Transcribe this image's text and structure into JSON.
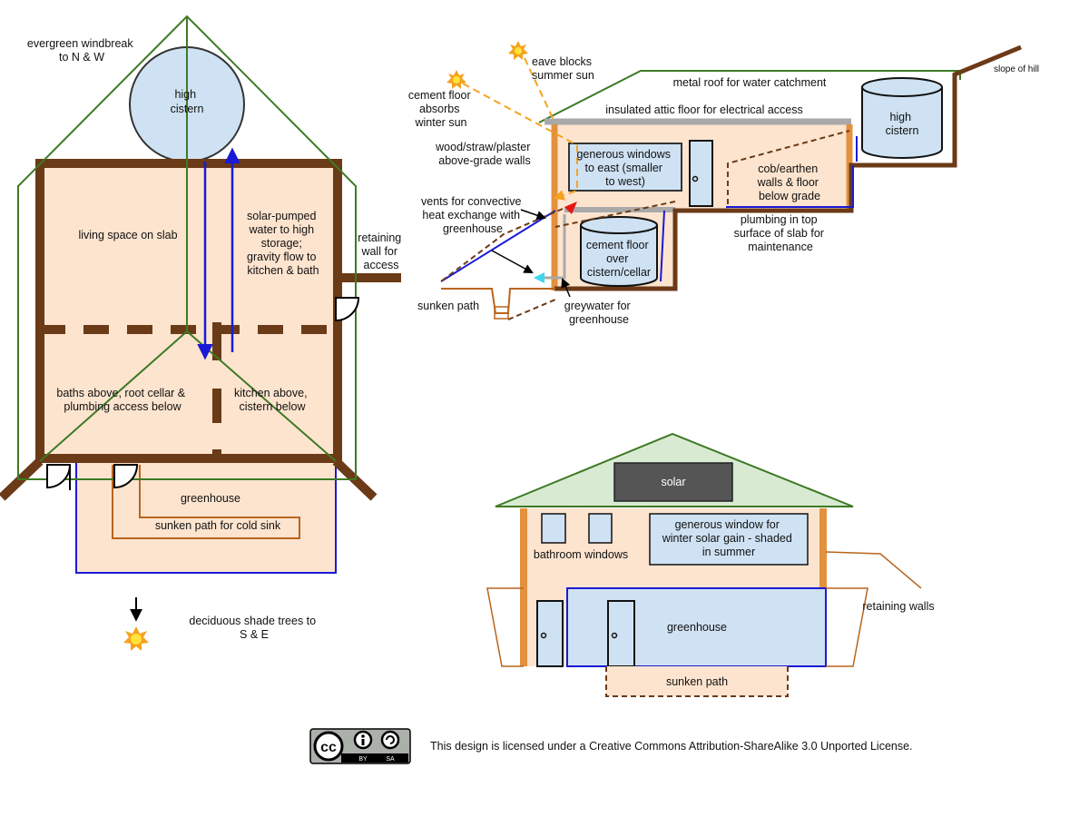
{
  "labels": {
    "windbreak": [
      "evergreen windbreak",
      "to N & W"
    ],
    "high_cistern_plan": [
      "high",
      "cistern"
    ],
    "living_space": "living space on slab",
    "solar_pumped": [
      "solar-pumped",
      "water to high",
      "storage;",
      "gravity flow to",
      "kitchen & bath"
    ],
    "retaining_access": [
      "retaining",
      "wall for",
      "access"
    ],
    "baths": [
      "baths above, root cellar &",
      "plumbing access below"
    ],
    "kitchen": [
      "kitchen above,",
      "cistern below"
    ],
    "greenhouse_plan": "greenhouse",
    "sunken_cold_sink": "sunken path for cold sink",
    "deciduous": [
      "deciduous shade trees to",
      "S & E"
    ],
    "eave_blocks": [
      "eave blocks",
      "summer sun"
    ],
    "cement_absorbs": [
      "cement floor",
      "absorbs",
      "winter sun"
    ],
    "metal_roof": "metal roof for water catchment",
    "slope_of_hill": "slope of hill",
    "insulated_attic": "insulated attic floor for electrical access",
    "above_grade_walls": [
      "wood/straw/plaster",
      "above-grade walls"
    ],
    "generous_east": [
      "generous windows",
      "to east (smaller",
      "to west)"
    ],
    "high_cistern_section": [
      "high",
      "cistern"
    ],
    "cob_walls": [
      "cob/earthen",
      "walls & floor",
      "below grade"
    ],
    "vents": [
      "vents for convective",
      "heat exchange with",
      "greenhouse"
    ],
    "cement_over_cistern": [
      "cement floor",
      "over",
      "cistern/cellar"
    ],
    "plumbing_top": [
      "plumbing in top",
      "surface of slab for",
      "maintenance"
    ],
    "sunken_path_section": "sunken path",
    "greywater": [
      "greywater for",
      "greenhouse"
    ],
    "solar": "solar",
    "generous_south": [
      "generous window for",
      "winter solar gain - shaded",
      "in summer"
    ],
    "bathroom_windows": "bathroom windows",
    "retaining_walls": "retaining walls",
    "greenhouse_elev": "greenhouse",
    "sunken_path_elev": "sunken path"
  },
  "license": {
    "badge_cc": "cc",
    "badge_by": "BY",
    "badge_sa": "SA",
    "text": "This design is licensed under a Creative Commons Attribution-ShareAlike 3.0 Unported License."
  },
  "colors": {
    "wall_brown": "#6b3a17",
    "roof_green": "#3d7a24",
    "water_blue": "#1a1ad6",
    "interior_peach": "#fde4cf",
    "cistern_fill": "#cfe2f3",
    "stud_orange": "#e3913e",
    "sun_orange": "#f5a21f",
    "attic_gray": "#a9a9a9",
    "solar_panel": "#555555",
    "roof_fill": "#d9ead3"
  },
  "icons": [
    "sun-icon",
    "door-icon",
    "cc-license-icon",
    "arrow-icon"
  ]
}
